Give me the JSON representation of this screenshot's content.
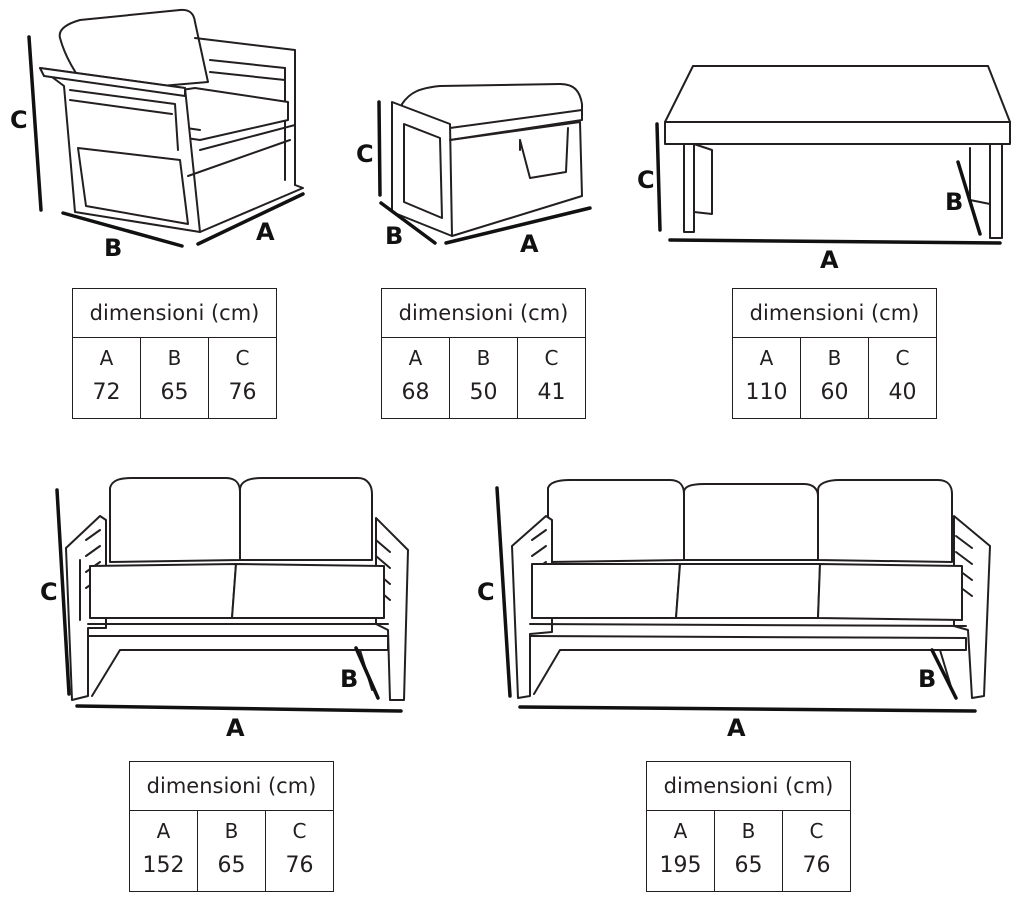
{
  "items": [
    {
      "id": "armchair",
      "labels": {
        "A": "A",
        "B": "B",
        "C": "C"
      },
      "table": {
        "header": "dimensioni (cm)",
        "columns": [
          "A",
          "B",
          "C"
        ],
        "values": [
          "72",
          "65",
          "76"
        ]
      }
    },
    {
      "id": "ottoman",
      "labels": {
        "A": "A",
        "B": "B",
        "C": "C"
      },
      "table": {
        "header": "dimensioni (cm)",
        "columns": [
          "A",
          "B",
          "C"
        ],
        "values": [
          "68",
          "50",
          "41"
        ]
      }
    },
    {
      "id": "coffee-table",
      "labels": {
        "A": "A",
        "B": "B",
        "C": "C"
      },
      "table": {
        "header": "dimensioni (cm)",
        "columns": [
          "A",
          "B",
          "C"
        ],
        "values": [
          "110",
          "60",
          "40"
        ]
      }
    },
    {
      "id": "two-seat-sofa",
      "labels": {
        "A": "A",
        "B": "B",
        "C": "C"
      },
      "table": {
        "header": "dimensioni (cm)",
        "columns": [
          "A",
          "B",
          "C"
        ],
        "values": [
          "152",
          "65",
          "76"
        ]
      }
    },
    {
      "id": "three-seat-sofa",
      "labels": {
        "A": "A",
        "B": "B",
        "C": "C"
      },
      "table": {
        "header": "dimensioni (cm)",
        "columns": [
          "A",
          "B",
          "C"
        ],
        "values": [
          "195",
          "65",
          "76"
        ]
      }
    }
  ]
}
